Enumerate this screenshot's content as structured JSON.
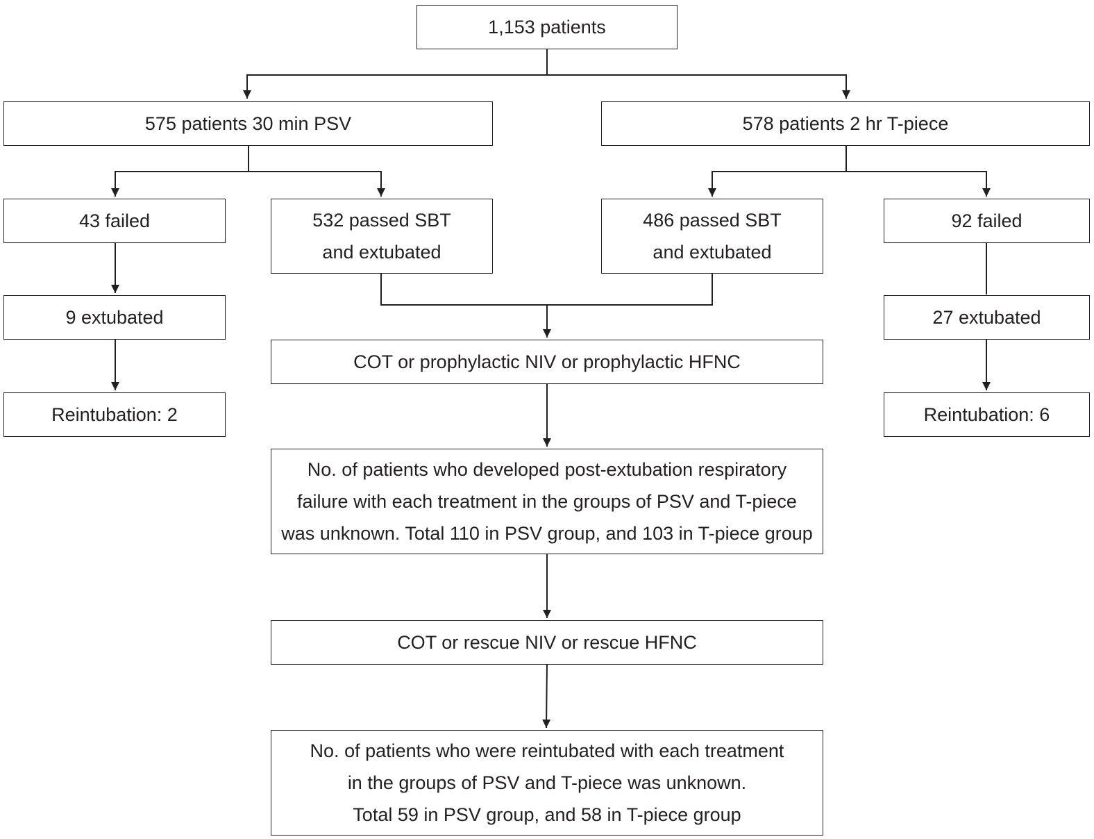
{
  "flowchart": {
    "root": {
      "lines": [
        "1,153 patients"
      ]
    },
    "psv_group": {
      "header": {
        "lines": [
          "575 patients 30 min PSV"
        ]
      },
      "failed": {
        "lines": [
          "43 failed"
        ]
      },
      "failed_extubated": {
        "lines": [
          "9 extubated"
        ]
      },
      "failed_reintubation": {
        "lines": [
          "Reintubation: 2"
        ]
      },
      "passed": {
        "lines": [
          "532 passed SBT",
          "and extubated"
        ]
      }
    },
    "tpiece_group": {
      "header": {
        "lines": [
          "578 patients 2 hr T-piece"
        ]
      },
      "passed": {
        "lines": [
          "486 passed SBT",
          "and extubated"
        ]
      },
      "failed": {
        "lines": [
          "92 failed"
        ]
      },
      "failed_extubated": {
        "lines": [
          "27 extubated"
        ]
      },
      "failed_reintubation": {
        "lines": [
          "Reintubation: 6"
        ]
      }
    },
    "prophylactic": {
      "lines": [
        "COT or prophylactic NIV or prophylactic HFNC"
      ]
    },
    "post_extubation_failure": {
      "lines": [
        "No. of patients who developed post-extubation respiratory",
        "failure with each treatment in the groups of PSV and T-piece",
        "was unknown. Total 110 in PSV group, and 103 in T-piece group"
      ]
    },
    "rescue": {
      "lines": [
        "COT or rescue NIV or rescue HFNC"
      ]
    },
    "reintubated": {
      "lines": [
        "No. of patients who were reintubated with each treatment",
        "in the groups of PSV and T-piece was unknown.",
        "Total 59 in PSV group, and 58 in T-piece group"
      ]
    }
  }
}
